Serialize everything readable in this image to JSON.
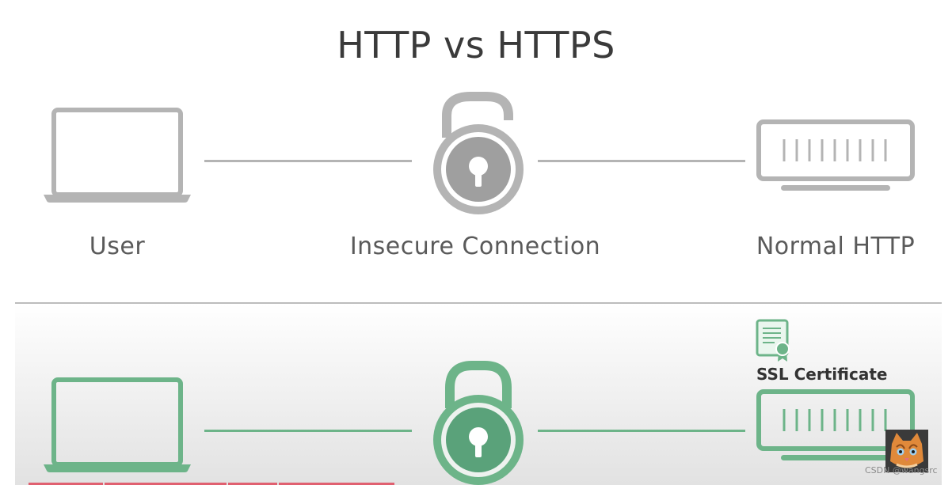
{
  "title": "HTTP vs HTTPS",
  "http": {
    "user_label": "User",
    "connection_label": "Insecure Connection",
    "server_label": "Normal HTTP"
  },
  "https": {
    "certificate_label": "SSL Certificate"
  },
  "watermark": "CSDN @wangsrc",
  "colors": {
    "insecure_gray": "#b4b4b4",
    "secure_green": "#6db489",
    "lock_green": "#5aa27a"
  }
}
